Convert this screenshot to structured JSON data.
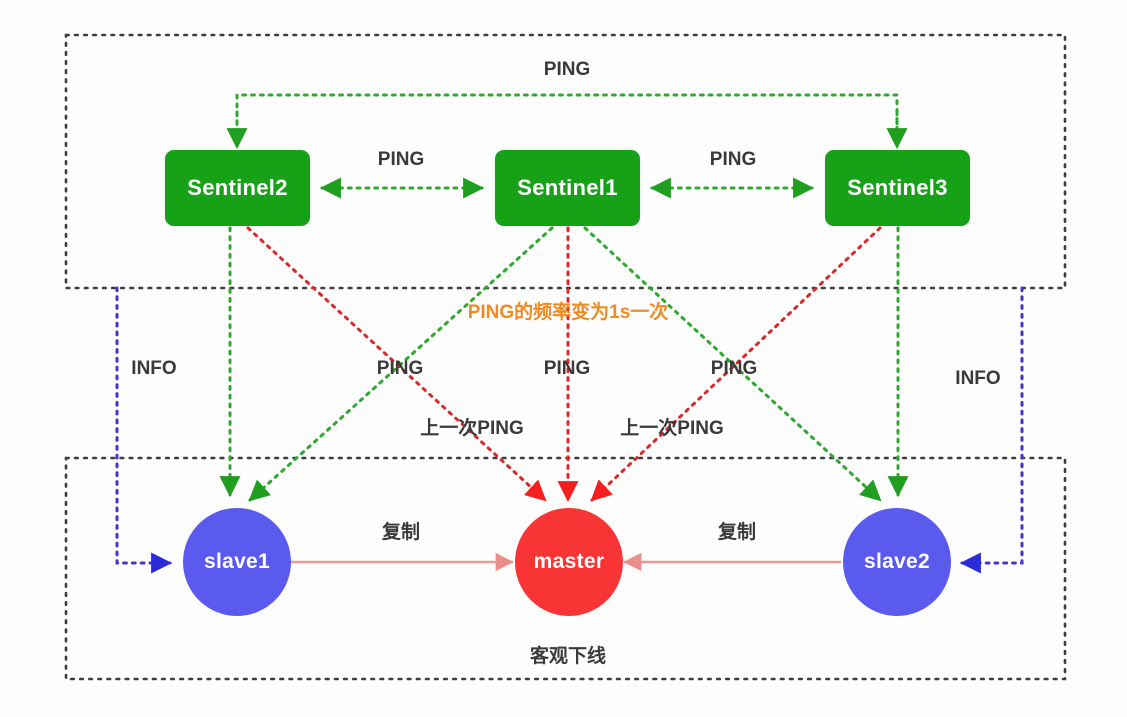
{
  "diagram": {
    "title": "Redis Sentinel objective down diagram",
    "colors": {
      "sentinel_green": "#17a117",
      "slave_blue": "#5a5aee",
      "master_red": "#f93434",
      "ping_green_line": "#2ea82e",
      "ping_red_line": "#d62b2b",
      "info_blue_line": "#4a32d0",
      "replicate_pink_line": "#ea9a95",
      "group_box_gray": "#3d3d3d",
      "orange_text": "#ef8b21",
      "label_text": "#3a3a3a",
      "background": "#fdfdfd"
    },
    "nodes": {
      "sentinel2": "Sentinel2",
      "sentinel1": "Sentinel1",
      "sentinel3": "Sentinel3",
      "slave1": "slave1",
      "master": "master",
      "slave2": "slave2"
    },
    "labels": {
      "ping_top": "PING",
      "ping_s2_s1": "PING",
      "ping_s1_s3": "PING",
      "ping_freq_note": "PING的频率变为1s一次",
      "info_left": "INFO",
      "info_right": "INFO",
      "ping_left": "PING",
      "ping_mid": "PING",
      "ping_right": "PING",
      "last_ping_left": "上一次PING",
      "last_ping_right": "上一次PING",
      "replicate_left": "复制",
      "replicate_right": "复制",
      "objective_down": "客观下线"
    }
  }
}
